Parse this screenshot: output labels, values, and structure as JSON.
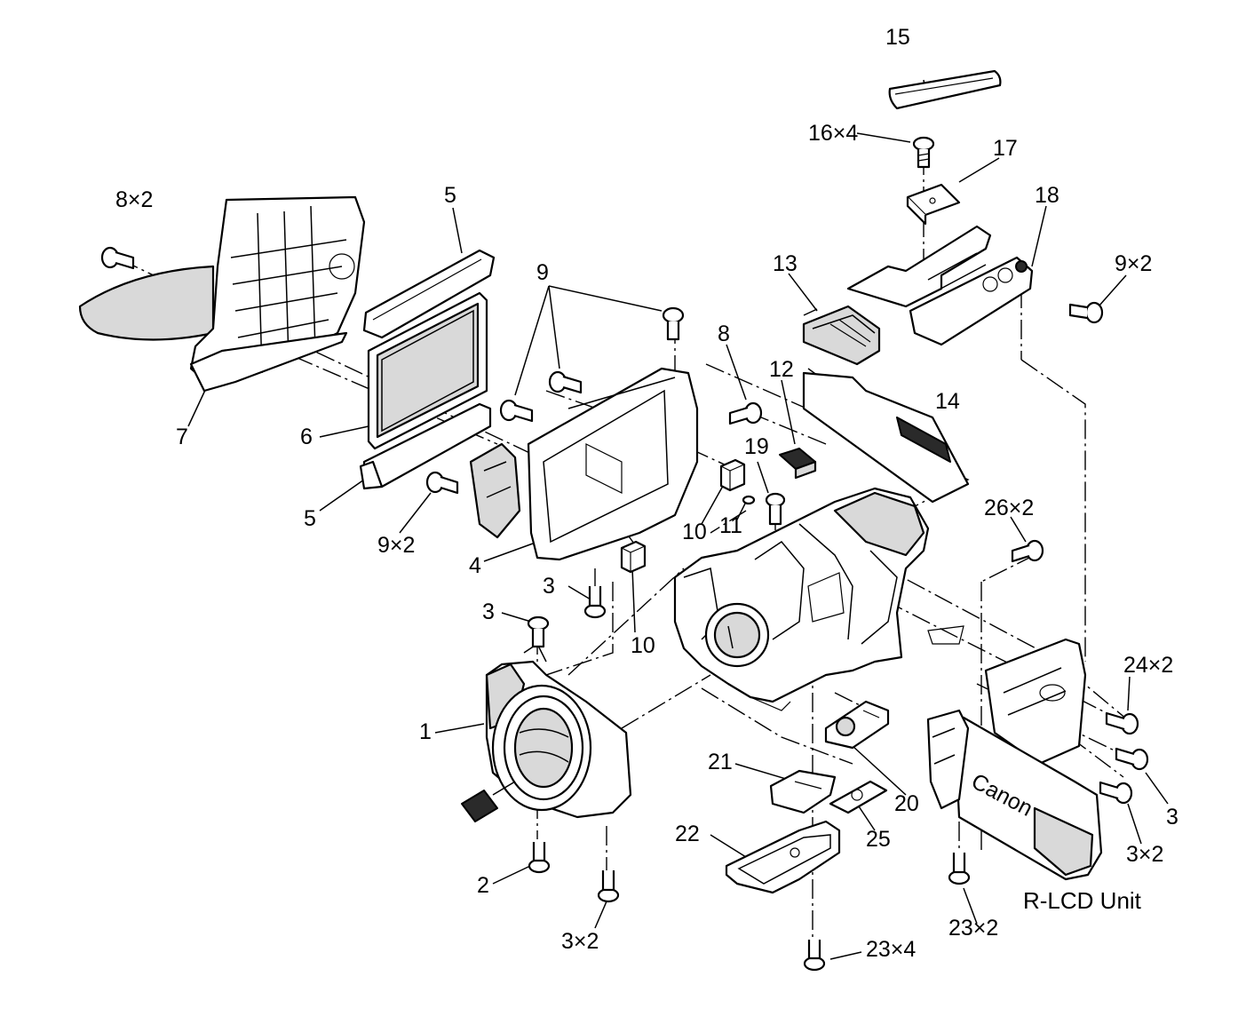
{
  "callouts": [
    {
      "id": "c15",
      "text": "15"
    },
    {
      "id": "c16x4",
      "text": "16×4"
    },
    {
      "id": "c17",
      "text": "17"
    },
    {
      "id": "c18",
      "text": "18"
    },
    {
      "id": "c9x2a",
      "text": "9×2"
    },
    {
      "id": "c8x2",
      "text": "8×2"
    },
    {
      "id": "c5a",
      "text": "5"
    },
    {
      "id": "c9",
      "text": "9"
    },
    {
      "id": "c13",
      "text": "13"
    },
    {
      "id": "c8",
      "text": "8"
    },
    {
      "id": "c12",
      "text": "12"
    },
    {
      "id": "c14",
      "text": "14"
    },
    {
      "id": "c7",
      "text": "7"
    },
    {
      "id": "c6",
      "text": "6"
    },
    {
      "id": "c19",
      "text": "19"
    },
    {
      "id": "c10a",
      "text": "10"
    },
    {
      "id": "c11",
      "text": "11"
    },
    {
      "id": "c26x2",
      "text": "26×2"
    },
    {
      "id": "c5b",
      "text": "5"
    },
    {
      "id": "c9x2b",
      "text": "9×2"
    },
    {
      "id": "c4",
      "text": "4"
    },
    {
      "id": "c3a",
      "text": "3"
    },
    {
      "id": "c3b",
      "text": "3"
    },
    {
      "id": "c10b",
      "text": "10"
    },
    {
      "id": "c24x2",
      "text": "24×2"
    },
    {
      "id": "c1",
      "text": "1"
    },
    {
      "id": "c21",
      "text": "21"
    },
    {
      "id": "c20",
      "text": "20"
    },
    {
      "id": "c3c",
      "text": "3"
    },
    {
      "id": "c22",
      "text": "22"
    },
    {
      "id": "c25",
      "text": "25"
    },
    {
      "id": "c3x2a",
      "text": "3×2"
    },
    {
      "id": "c2",
      "text": "2"
    },
    {
      "id": "c3x2b",
      "text": "3×2"
    },
    {
      "id": "c23x2",
      "text": "23×2"
    },
    {
      "id": "c23x4",
      "text": "23×4"
    }
  ],
  "unit_label": "R-LCD Unit",
  "brand_mark": "Canon"
}
